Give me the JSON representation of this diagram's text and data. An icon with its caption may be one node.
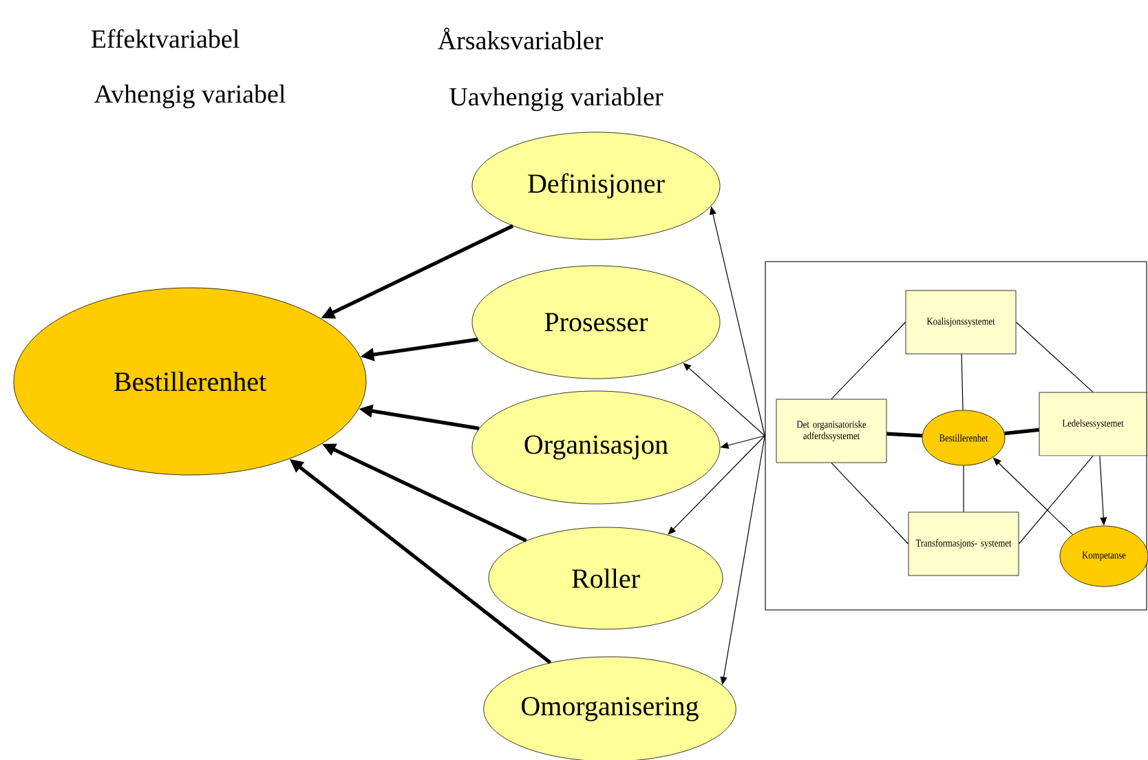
{
  "diagram": {
    "nodes": [
      {
        "text": [
          "Bestillerenhet"
        ]
      },
      {
        "text": [
          "Definisjoner"
        ]
      },
      {
        "text": [
          "Prosesser"
        ]
      },
      {
        "text": [
          "Organisasjon"
        ]
      },
      {
        "text": [
          "Roller"
        ]
      },
      {
        "text": [
          "Omorganisering"
        ]
      },
      {
        "text": [],
        "shape": "box"
      },
      {
        "text": [
          "Koalisjonssystemet"
        ],
        "in": 6
      },
      {
        "text": [
          "Det organisatoriske adferdssystemet"
        ],
        "in": 6
      },
      {
        "text": [
          "Bestillerenhet"
        ],
        "in": 6
      },
      {
        "text": [
          "Ledelsessystemet"
        ],
        "in": 6
      },
      {
        "text": [
          "Transformasjons- systemet"
        ],
        "in": 6
      },
      {
        "text": [
          "Kompetanse"
        ],
        "in": 6
      }
    ],
    "edges": [
      {
        "from": 1,
        "to": 0,
        "arrow": "to",
        "style": "thick"
      },
      {
        "from": 2,
        "to": 0,
        "arrow": "to",
        "style": "thick"
      },
      {
        "from": 3,
        "to": 0,
        "arrow": "to",
        "style": "thick"
      },
      {
        "from": 4,
        "to": 0,
        "arrow": "to",
        "style": "thick"
      },
      {
        "from": 5,
        "to": 0,
        "arrow": "to",
        "style": "thick"
      },
      {
        "from": 6,
        "to": 1,
        "arrow": "to"
      },
      {
        "from": 6,
        "to": 2,
        "arrow": "to"
      },
      {
        "from": 6,
        "to": 3,
        "arrow": "to"
      },
      {
        "from": 6,
        "to": 4,
        "arrow": "to"
      },
      {
        "from": 6,
        "to": 5,
        "arrow": "to"
      },
      {
        "from": 7,
        "to": 8,
        "arrow": "none"
      },
      {
        "from": 7,
        "to": 9,
        "arrow": "none"
      },
      {
        "from": 7,
        "to": 10,
        "arrow": "none"
      },
      {
        "from": 8,
        "to": 9,
        "arrow": "none",
        "style": "thick"
      },
      {
        "from": 9,
        "to": 10,
        "arrow": "none",
        "style": "thick"
      },
      {
        "from": 8,
        "to": 11,
        "arrow": "none"
      },
      {
        "from": 9,
        "to": 11,
        "arrow": "none"
      },
      {
        "from": 11,
        "to": 10,
        "arrow": "none"
      },
      {
        "from": 10,
        "to": 12,
        "arrow": "to"
      },
      {
        "from": 12,
        "to": 9,
        "arrow": "to"
      }
    ],
    "labels": [
      "Effektvariabel",
      "Årsaksvariabler",
      "Avhengig variabel",
      "Uavhengig variabler"
    ]
  }
}
